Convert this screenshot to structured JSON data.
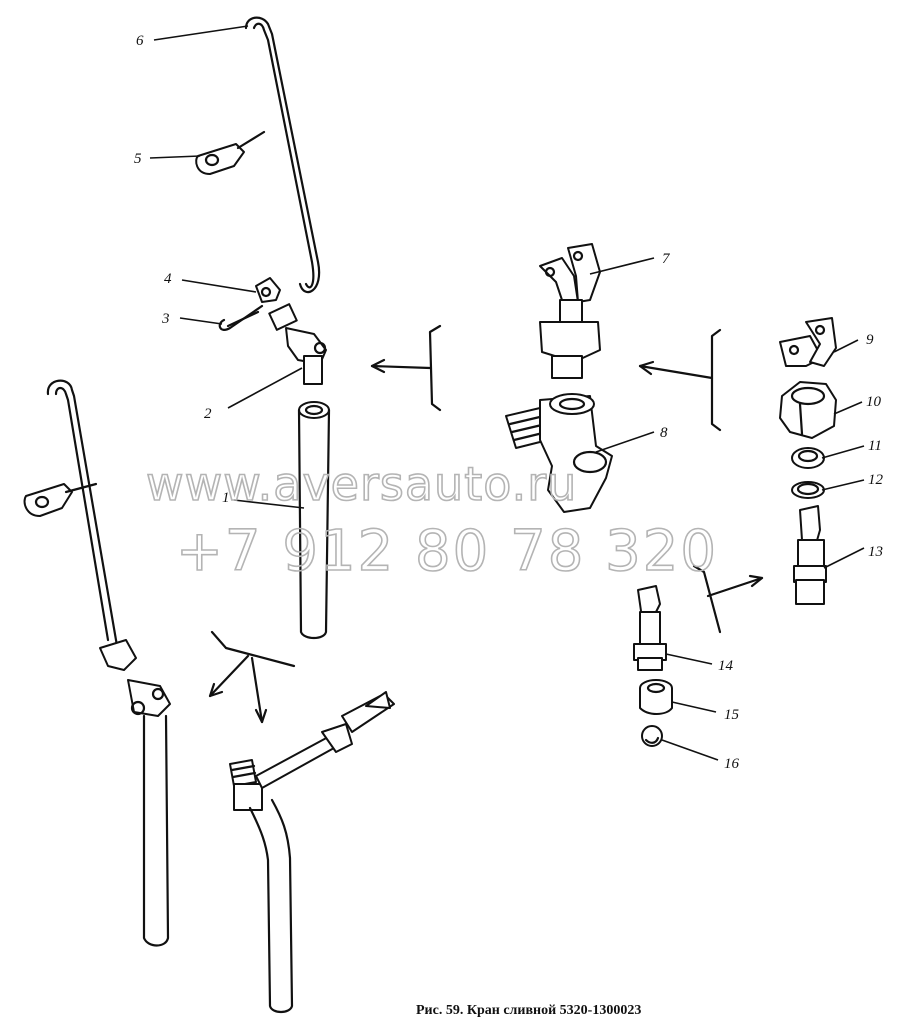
{
  "labels": {
    "l1": "1",
    "l2": "2",
    "l3": "3",
    "l4": "4",
    "l5": "5",
    "l6": "6",
    "l7": "7",
    "l8": "8",
    "l9": "9",
    "l10": "10",
    "l11": "11",
    "l12": "12",
    "l13": "13",
    "l14": "14",
    "l15": "15",
    "l16": "16"
  },
  "watermark": {
    "site": "www.aversauto.ru",
    "phone": "+7 912 80 78 320"
  },
  "caption": "Рис. 59. Кран сливной 5320-1300023"
}
